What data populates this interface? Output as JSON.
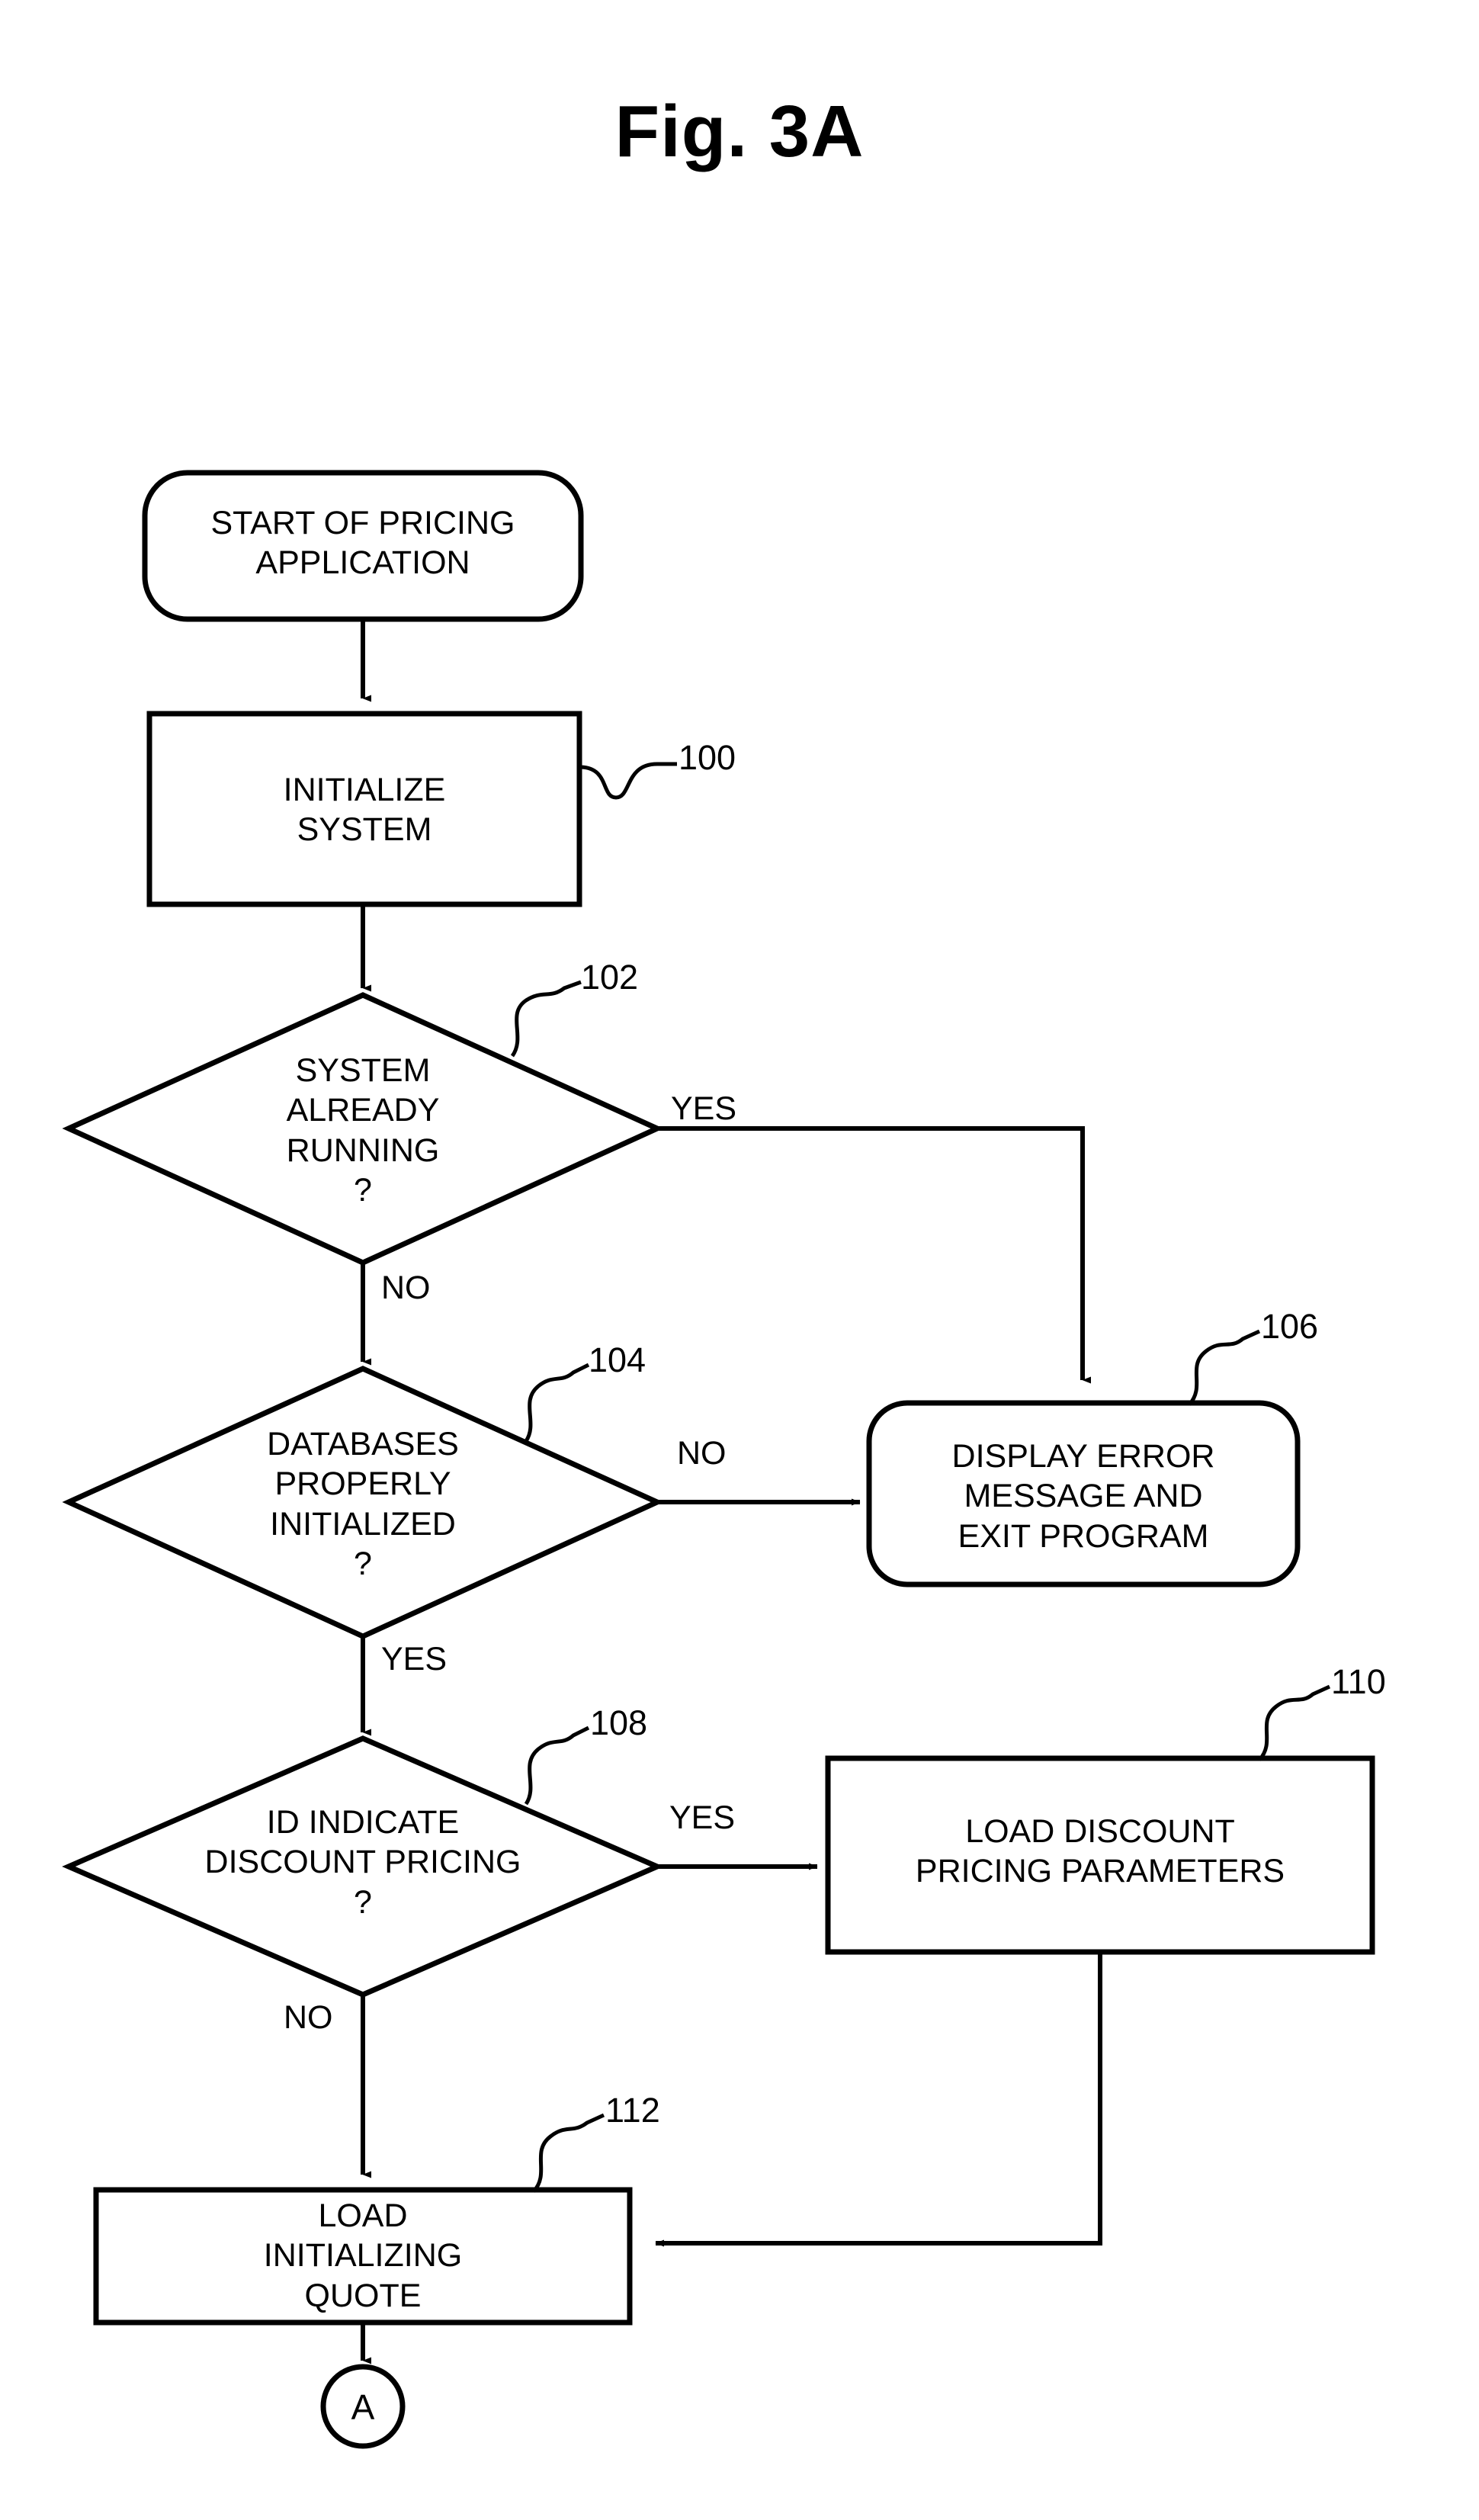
{
  "figure": {
    "title": "Fig. 3A"
  },
  "nodes": {
    "start": {
      "id": "start",
      "shape": "terminator-rounded",
      "text": "START OF PRICING\nAPPLICATION"
    },
    "initialize_system": {
      "id": "100",
      "shape": "process-rect",
      "text": "INITIALIZE\nSYSTEM",
      "ref": "100"
    },
    "system_already_running": {
      "id": "102",
      "shape": "decision-diamond",
      "text": "SYSTEM\nALREADY\nRUNNING\n?",
      "ref": "102"
    },
    "databases_properly_initialized": {
      "id": "104",
      "shape": "decision-diamond",
      "text": "DATABASES\nPROPERLY\nINITIALIZED\n?",
      "ref": "104"
    },
    "display_error": {
      "id": "106",
      "shape": "process-rounded",
      "text": "DISPLAY ERROR\nMESSAGE AND\nEXIT PROGRAM",
      "ref": "106"
    },
    "id_indicate_discount_pricing": {
      "id": "108",
      "shape": "decision-diamond",
      "text": "ID INDICATE\nDISCOUNT PRICING\n?",
      "ref": "108"
    },
    "load_discount_pricing_parameters": {
      "id": "110",
      "shape": "process-rect",
      "text": "LOAD DISCOUNT\nPRICING PARAMETERS",
      "ref": "110"
    },
    "load_initializing_quote": {
      "id": "112",
      "shape": "process-rect",
      "text": "LOAD\nINITIALIZING\nQUOTE",
      "ref": "112"
    },
    "connector_a": {
      "id": "A",
      "shape": "connector-circle",
      "text": "A"
    }
  },
  "edge_labels": {
    "e102_yes": "YES",
    "e102_no": "NO",
    "e104_no": "NO",
    "e104_yes": "YES",
    "e108_yes": "YES",
    "e108_no": "NO"
  },
  "refs": {
    "r100": "100",
    "r102": "102",
    "r104": "104",
    "r106": "106",
    "r108": "108",
    "r110": "110",
    "r112": "112"
  },
  "style": {
    "stroke": "#000000",
    "background": "#ffffff"
  }
}
